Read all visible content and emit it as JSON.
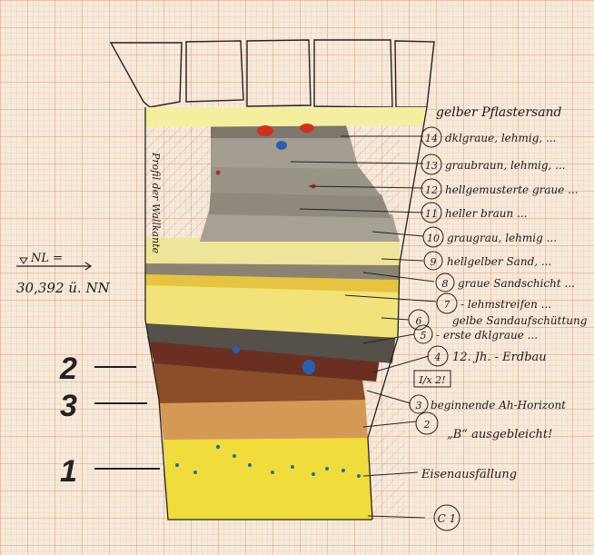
{
  "water_level": {
    "label": "NL =",
    "value": "30,392 ü. NN"
  },
  "side_note": "Profil der Wallkante",
  "layers": [
    {
      "num": "14",
      "text": "dklgraue, lehmig, ..."
    },
    {
      "num": "13",
      "text": "graubraun, lehmig, ..."
    },
    {
      "num": "12",
      "text": "hellgemusterte graue ..."
    },
    {
      "num": "11",
      "text": "heller braun ..."
    },
    {
      "num": "10",
      "text": "graugrau, lehmig ..."
    },
    {
      "num": "9",
      "text": "hellgelber Sand, ..."
    },
    {
      "num": "8",
      "text": "graue Sandschicht ..."
    },
    {
      "num": "7",
      "text": "- lehmstreifen ..."
    },
    {
      "num": "6",
      "text": "gelbe Sandaufschüttung"
    },
    {
      "num": "5",
      "text": "- erste dklgraue ..."
    },
    {
      "num": "4",
      "text": "12. Jh. - Erdbau"
    },
    {
      "num": "3",
      "text": "beginnende Ah-Horizont"
    },
    {
      "num": "2",
      "text": "„B“ ausgebleicht!"
    },
    {
      "num": "C 1",
      "text": ""
    }
  ],
  "top_note": "gelber Pflastersand",
  "box_label": "I/x 2!",
  "bottom_note": "Eisenausfällung",
  "markers": [
    "2",
    "3",
    "1"
  ]
}
